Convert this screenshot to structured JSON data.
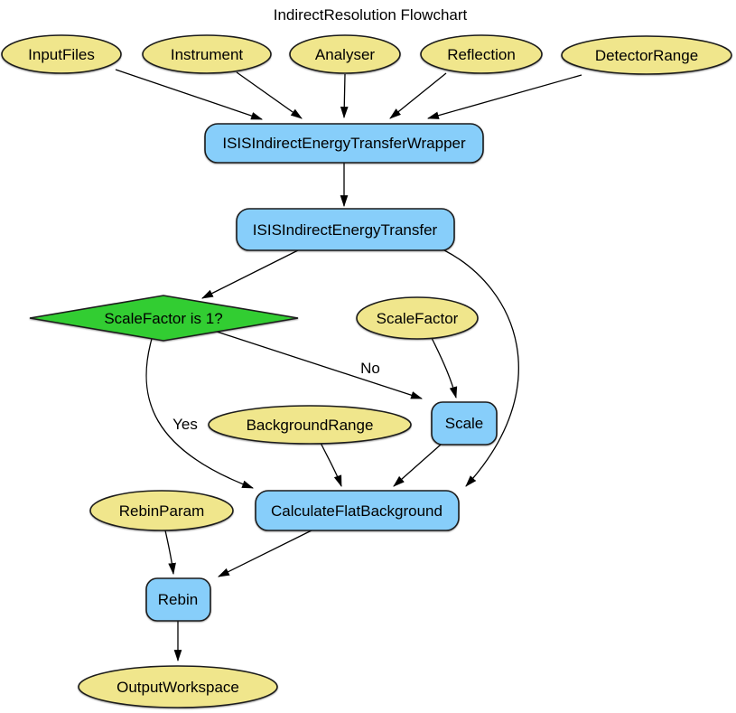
{
  "title": "IndirectResolution Flowchart",
  "colors": {
    "param": "#F0E68C",
    "algorithm": "#87CEFA",
    "decision": "#32CD32",
    "border": "#1c1c1c",
    "edge": "#000000"
  },
  "nodes": {
    "input_files": {
      "label": "InputFiles",
      "type": "param"
    },
    "instrument": {
      "label": "Instrument",
      "type": "param"
    },
    "analyser": {
      "label": "Analyser",
      "type": "param"
    },
    "reflection": {
      "label": "Reflection",
      "type": "param"
    },
    "detector_range": {
      "label": "DetectorRange",
      "type": "param"
    },
    "wrapper": {
      "label": "ISISIndirectEnergyTransferWrapper",
      "type": "algorithm"
    },
    "energy_transfer": {
      "label": "ISISIndirectEnergyTransfer",
      "type": "algorithm"
    },
    "decision": {
      "label": "ScaleFactor is 1?",
      "type": "decision"
    },
    "scale_factor": {
      "label": "ScaleFactor",
      "type": "param"
    },
    "background_range": {
      "label": "BackgroundRange",
      "type": "param"
    },
    "scale": {
      "label": "Scale",
      "type": "algorithm"
    },
    "calc_flat_bg": {
      "label": "CalculateFlatBackground",
      "type": "algorithm"
    },
    "rebin_param": {
      "label": "RebinParam",
      "type": "param"
    },
    "rebin": {
      "label": "Rebin",
      "type": "algorithm"
    },
    "output_workspace": {
      "label": "OutputWorkspace",
      "type": "param"
    }
  },
  "edges": [
    {
      "from": "InputFiles",
      "to": "ISISIndirectEnergyTransferWrapper"
    },
    {
      "from": "Instrument",
      "to": "ISISIndirectEnergyTransferWrapper"
    },
    {
      "from": "Analyser",
      "to": "ISISIndirectEnergyTransferWrapper"
    },
    {
      "from": "Reflection",
      "to": "ISISIndirectEnergyTransferWrapper"
    },
    {
      "from": "DetectorRange",
      "to": "ISISIndirectEnergyTransferWrapper"
    },
    {
      "from": "ISISIndirectEnergyTransferWrapper",
      "to": "ISISIndirectEnergyTransfer"
    },
    {
      "from": "ISISIndirectEnergyTransfer",
      "to": "ScaleFactor is 1?"
    },
    {
      "from": "ISISIndirectEnergyTransfer",
      "to": "CalculateFlatBackground"
    },
    {
      "from": "ScaleFactor is 1?",
      "to": "CalculateFlatBackground",
      "label": "Yes"
    },
    {
      "from": "ScaleFactor is 1?",
      "to": "Scale",
      "label": "No"
    },
    {
      "from": "ScaleFactor",
      "to": "Scale"
    },
    {
      "from": "Scale",
      "to": "CalculateFlatBackground"
    },
    {
      "from": "BackgroundRange",
      "to": "CalculateFlatBackground"
    },
    {
      "from": "CalculateFlatBackground",
      "to": "Rebin"
    },
    {
      "from": "RebinParam",
      "to": "Rebin"
    },
    {
      "from": "Rebin",
      "to": "OutputWorkspace"
    }
  ]
}
